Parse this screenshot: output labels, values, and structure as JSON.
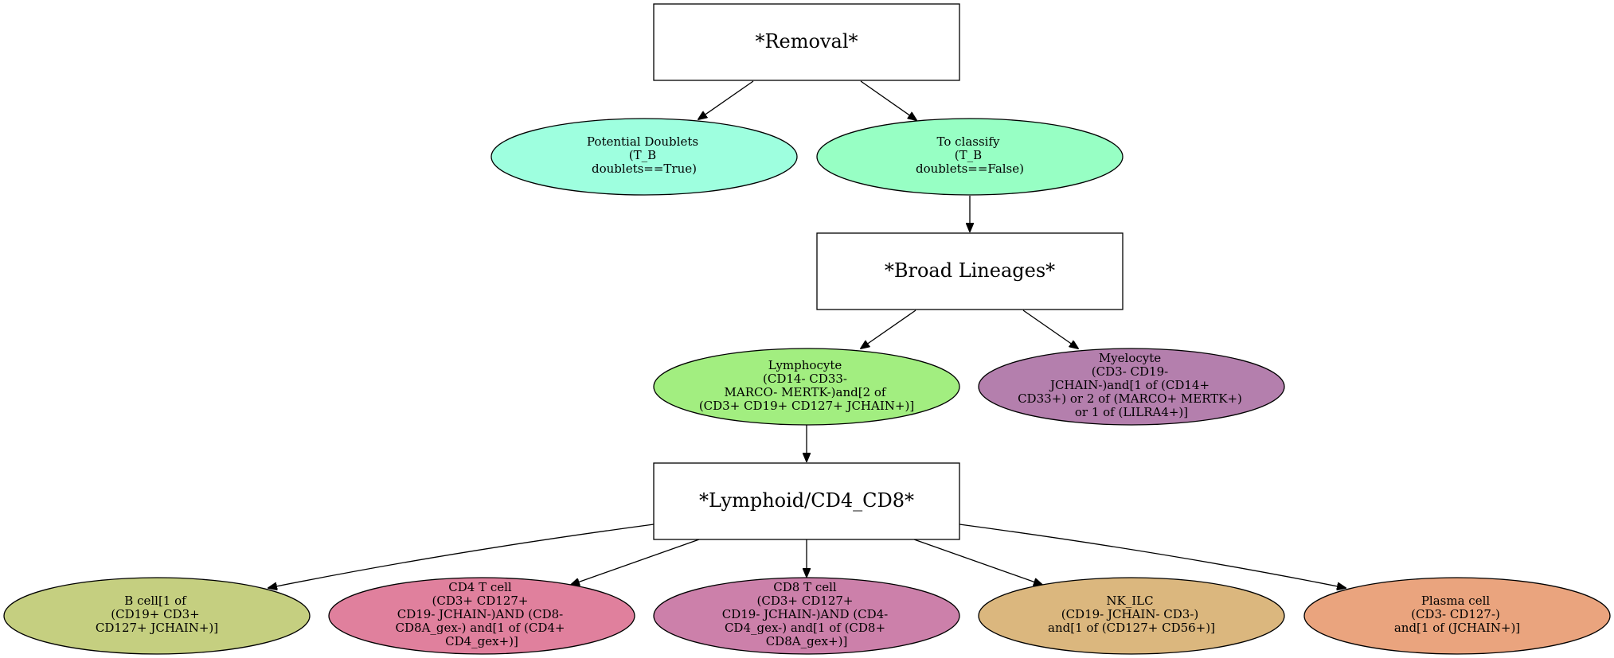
{
  "rect_nodes": [
    {
      "id": "removal",
      "label": "*Removal*"
    },
    {
      "id": "broad",
      "label": "*Broad Lineages*"
    },
    {
      "id": "lymphoid",
      "label": "*Lymphoid/CD4_CD8*"
    }
  ],
  "ellipse_nodes": [
    {
      "id": "doublets",
      "color": "#9effdf",
      "lines": [
        "Potential Doublets",
        "(T_B",
        "doublets==True)"
      ]
    },
    {
      "id": "classify",
      "color": "#97ffc4",
      "lines": [
        "To classify",
        "(T_B",
        "doublets==False)"
      ]
    },
    {
      "id": "lymphocyte",
      "color": "#a2ee80",
      "lines": [
        "Lymphocyte",
        "(CD14- CD33-",
        "MARCO- MERTK-)and[2 of",
        "(CD3+ CD19+ CD127+ JCHAIN+)]"
      ]
    },
    {
      "id": "myelocyte",
      "color": "#b47fad",
      "lines": [
        "Myelocyte",
        "(CD3- CD19-",
        "JCHAIN-)and[1 of (CD14+",
        "CD33+) or 2 of (MARCO+ MERTK+)",
        "or 1 of (LILRA4+)]"
      ]
    },
    {
      "id": "bcell",
      "color": "#c5cf80",
      "lines": [
        "B cell[1 of",
        "(CD19+ CD3+",
        "CD127+ JCHAIN+)]"
      ]
    },
    {
      "id": "cd4",
      "color": "#e0809d",
      "lines": [
        "CD4 T cell",
        "(CD3+ CD127+",
        "CD19- JCHAIN-)AND (CD8-",
        "CD8A_gex-) and[1 of (CD4+",
        "CD4_gex+)]"
      ]
    },
    {
      "id": "cd8",
      "color": "#cc80aa",
      "lines": [
        "CD8 T cell",
        "(CD3+ CD127+",
        "CD19- JCHAIN-)AND (CD4-",
        "CD4_gex-) and[1 of (CD8+",
        "CD8A_gex+)]"
      ]
    },
    {
      "id": "nkilc",
      "color": "#dbb77e",
      "lines": [
        "NK_ILC",
        "(CD19- JCHAIN- CD3-)",
        "and[1 of (CD127+ CD56+)]"
      ]
    },
    {
      "id": "plasma",
      "color": "#eaa47e",
      "lines": [
        "Plasma cell",
        "(CD3- CD127-)",
        "and[1 of (JCHAIN+)]"
      ]
    }
  ],
  "edges": [
    {
      "from": "removal",
      "to": "doublets"
    },
    {
      "from": "removal",
      "to": "classify"
    },
    {
      "from": "classify",
      "to": "broad"
    },
    {
      "from": "broad",
      "to": "lymphocyte"
    },
    {
      "from": "broad",
      "to": "myelocyte"
    },
    {
      "from": "lymphocyte",
      "to": "lymphoid"
    },
    {
      "from": "lymphoid",
      "to": "bcell"
    },
    {
      "from": "lymphoid",
      "to": "cd4"
    },
    {
      "from": "lymphoid",
      "to": "cd8"
    },
    {
      "from": "lymphoid",
      "to": "nkilc"
    },
    {
      "from": "lymphoid",
      "to": "plasma"
    }
  ]
}
